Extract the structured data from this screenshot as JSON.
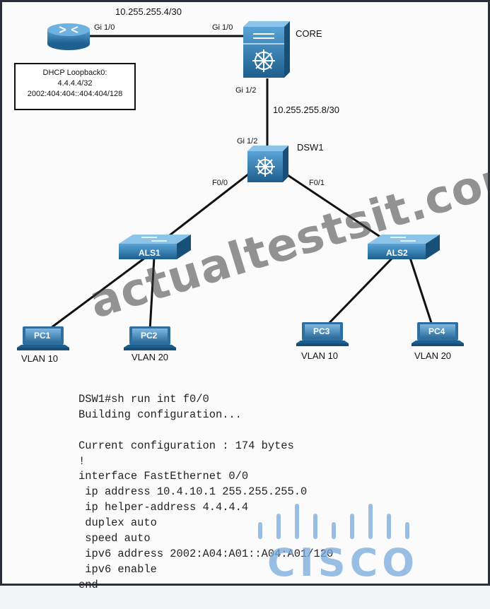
{
  "links": {
    "core_router_subnet": "10.255.255.4/30",
    "router_port": "Gi 1/0",
    "core_port_to_router": "Gi 1/0",
    "core_port_to_dsw1": "Gi 1/2",
    "core_dsw1_subnet": "10.255.255.8/30",
    "dsw1_port_to_core": "Gi 1/2",
    "dsw1_port_als1": "F0/0",
    "dsw1_port_als2": "F0/1"
  },
  "devices": {
    "core": "CORE",
    "dsw1": "DSW1",
    "als1": "ALS1",
    "als2": "ALS2",
    "pc1": "PC1",
    "pc2": "PC2",
    "pc3": "PC3",
    "pc4": "PC4"
  },
  "vlans": {
    "pc1": "VLAN 10",
    "pc2": "VLAN 20",
    "pc3": "VLAN 10",
    "pc4": "VLAN 20"
  },
  "dhcp_box": {
    "line1": "DHCP Loopback0:",
    "line2": "4.4.4.4/32",
    "line3": "2002:404:404::404:404/128"
  },
  "cli_lines": [
    "DSW1#sh run int f0/0",
    "Building configuration...",
    "",
    "Current configuration : 174 bytes",
    "!",
    "interface FastEthernet 0/0",
    " ip address 10.4.10.1 255.255.255.0",
    " ip helper-address 4.4.4.4",
    " duplex auto",
    " speed auto",
    " ipv6 address 2002:A04:A01::A04:A01/120",
    " ipv6 enable",
    "end"
  ],
  "watermark": "actualtestsit.com",
  "logo": "CISCO",
  "colors": {
    "device_blue": "#2f7fb6",
    "device_dark": "#1d5f8e",
    "cable": "#111111",
    "watermark": "#3c3c3c",
    "logo": "#78aadc"
  }
}
